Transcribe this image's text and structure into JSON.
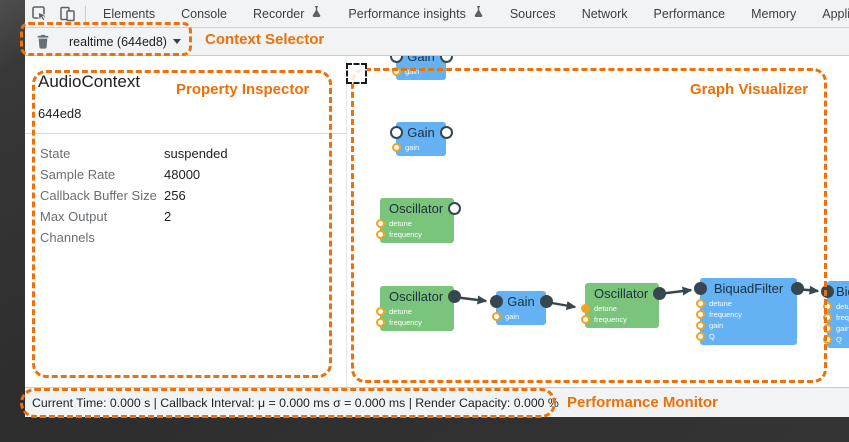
{
  "tabs": {
    "items": [
      {
        "label": "Elements",
        "experimental": false
      },
      {
        "label": "Console",
        "experimental": false
      },
      {
        "label": "Recorder",
        "experimental": true
      },
      {
        "label": "Performance insights",
        "experimental": true
      },
      {
        "label": "Sources",
        "experimental": false
      },
      {
        "label": "Network",
        "experimental": false
      },
      {
        "label": "Performance",
        "experimental": false
      },
      {
        "label": "Memory",
        "experimental": false
      },
      {
        "label": "Application",
        "experimental": false
      }
    ]
  },
  "context_toolbar": {
    "selector_value": "realtime (644ed8)"
  },
  "inspector": {
    "title": "AudioContext",
    "subtitle": "644ed8",
    "rows": [
      {
        "label": "State",
        "value": "suspended"
      },
      {
        "label": "Sample Rate",
        "value": "48000"
      },
      {
        "label": "Callback Buffer Size",
        "value": "256"
      },
      {
        "label": "Max Output Channels",
        "value": "2"
      }
    ]
  },
  "graph": {
    "nodes": [
      {
        "id": "gain-top",
        "label": "Gain",
        "params": [
          "gain"
        ]
      },
      {
        "id": "gain-2",
        "label": "Gain",
        "params": [
          "gain"
        ]
      },
      {
        "id": "osc-1",
        "label": "Oscillator",
        "params": [
          "detune",
          "frequency"
        ]
      },
      {
        "id": "osc-2",
        "label": "Oscillator",
        "params": [
          "detune",
          "frequency"
        ]
      },
      {
        "id": "gain-3",
        "label": "Gain",
        "params": [
          "gain"
        ]
      },
      {
        "id": "osc-3",
        "label": "Oscillator",
        "params": [
          "detune",
          "frequency"
        ]
      },
      {
        "id": "biquad-1",
        "label": "BiquadFilter",
        "params": [
          "detune",
          "frequency",
          "gain",
          "Q"
        ]
      },
      {
        "id": "biquad-2",
        "label": "BiquadFilter",
        "params": [
          "detune",
          "frequency",
          "gain",
          "Q"
        ]
      }
    ],
    "edges": [
      {
        "from": "osc-2",
        "to": "gain-3"
      },
      {
        "from": "gain-3",
        "to": "osc-3.detune"
      },
      {
        "from": "osc-3",
        "to": "biquad-1"
      },
      {
        "from": "biquad-1",
        "to": "biquad-2"
      }
    ]
  },
  "status_bar": {
    "text": "Current Time: 0.000 s | Callback Interval: μ = 0.000 ms σ = 0.000 ms | Render Capacity: 0.000 %"
  },
  "annotations": {
    "context_selector": "Context Selector",
    "property_inspector": "Property Inspector",
    "graph_visualizer": "Graph Visualizer",
    "performance_monitor": "Performance Monitor"
  },
  "icons": {
    "inspect": "inspect-element-icon",
    "device": "device-toolbar-icon",
    "flask": "experimental-flask-icon",
    "trash": "trash-icon",
    "caret": "dropdown-caret-icon"
  },
  "colors": {
    "annotation_orange": "#ee7008",
    "node_blue": "#64b1f4",
    "node_green": "#7ac47c",
    "port_dark": "#37474f",
    "param_orange": "#f5a31c",
    "toolbar_bg": "#f1f3f4"
  }
}
